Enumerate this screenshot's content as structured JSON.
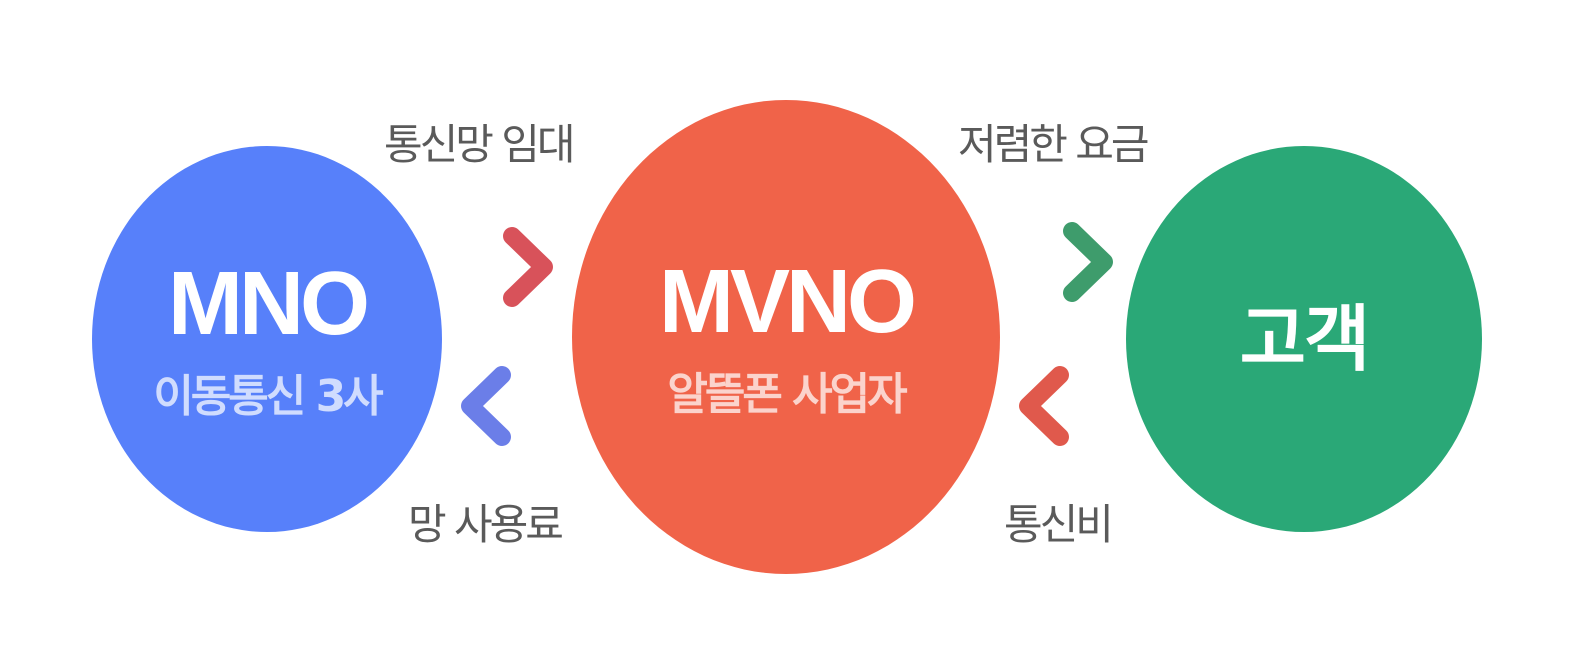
{
  "nodes": {
    "mno": {
      "title": "MNO",
      "subtitle": "이동통신 3사",
      "color": "#5780fa"
    },
    "mvno": {
      "title": "MVNO",
      "subtitle": "알뜰폰 사업자",
      "color": "#f06349"
    },
    "customer": {
      "title": "고객",
      "color": "#2aa877"
    }
  },
  "flows": {
    "network_lease": "통신망 임대",
    "network_usage_fee": "망 사용료",
    "affordable_rate": "저렴한 요금",
    "telecom_bill": "통신비"
  }
}
